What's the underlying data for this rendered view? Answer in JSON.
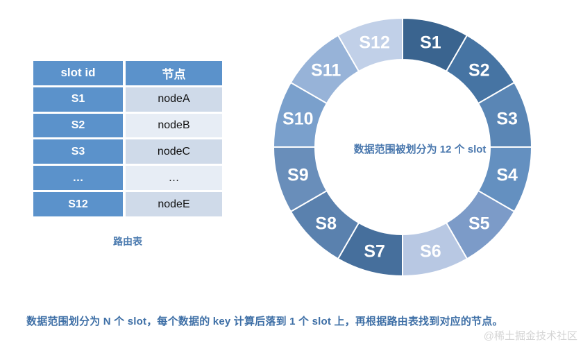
{
  "table": {
    "headers": {
      "slot": "slot id",
      "node": "节点"
    },
    "rows": [
      {
        "slot": "S1",
        "node": "nodeA"
      },
      {
        "slot": "S2",
        "node": "nodeB"
      },
      {
        "slot": "S3",
        "node": "nodeC"
      },
      {
        "slot": "…",
        "node": "…"
      },
      {
        "slot": "S12",
        "node": "nodeE"
      }
    ],
    "caption": "路由表",
    "header_color": "#5b92cb"
  },
  "ring": {
    "center_label": "数据范围被划分为 12 个 slot",
    "segment_count": 12,
    "segments": [
      {
        "label": "S1",
        "color": "#3a648f"
      },
      {
        "label": "S2",
        "color": "#4674a3"
      },
      {
        "label": "S3",
        "color": "#5a86b5"
      },
      {
        "label": "S4",
        "color": "#6490c0"
      },
      {
        "label": "S5",
        "color": "#7c9bc8"
      },
      {
        "label": "S6",
        "color": "#b8c8e3"
      },
      {
        "label": "S7",
        "color": "#466f9c"
      },
      {
        "label": "S8",
        "color": "#5a81ae"
      },
      {
        "label": "S9",
        "color": "#698eba"
      },
      {
        "label": "S10",
        "color": "#7aa0cc"
      },
      {
        "label": "S11",
        "color": "#97b3d8"
      },
      {
        "label": "S12",
        "color": "#c1d0e8"
      }
    ]
  },
  "footer": {
    "description": "数据范围划分为 N 个 slot，每个数据的 key 计算后落到 1 个 slot 上，再根据路由表找到对应的节点。",
    "watermark": "@稀土掘金技术社区"
  }
}
